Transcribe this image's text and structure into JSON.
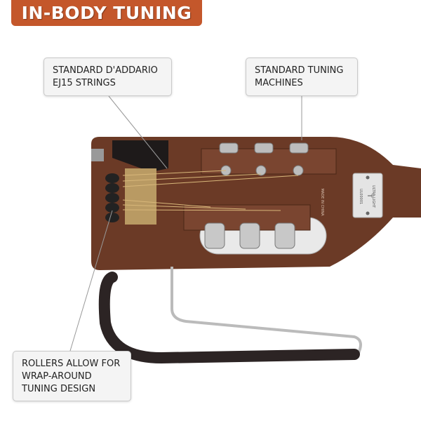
{
  "banner": {
    "title": "IN-BODY TUNING",
    "color": "#c4572b"
  },
  "callouts": [
    {
      "lines": [
        "STANDARD D'ADDARIO",
        "EJ15 STRINGS"
      ]
    },
    {
      "lines": [
        "STANDARD TUNING",
        "MACHINES"
      ]
    },
    {
      "lines": [
        "ROLLERS ALLOW FOR",
        "WRAP-AROUND",
        "TUNING DESIGN"
      ]
    }
  ],
  "product": {
    "plate_brand": "ULTRA-LIGHT",
    "plate_serial": "UL00001",
    "body_stamp": "MADE IN CHINA",
    "body_color": "#6b3a26"
  }
}
